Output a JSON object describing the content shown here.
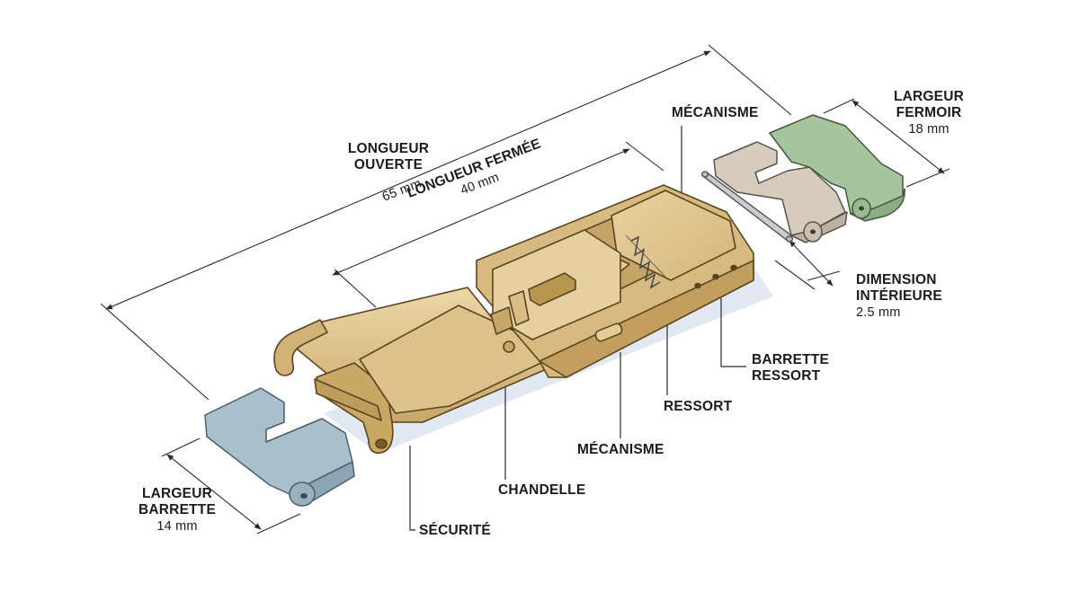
{
  "labels": {
    "longueur_ouverte": {
      "title_1": "LONGUEUR",
      "title_2": "OUVERTE",
      "value": "65 mm"
    },
    "longueur_fermee": {
      "title": "LONGUEUR FERMÉE",
      "value": "40 mm"
    },
    "largeur_fermoir": {
      "title_1": "LARGEUR",
      "title_2": "FERMOIR",
      "value": "18 mm"
    },
    "dimension_interieure": {
      "title_1": "DIMENSION",
      "title_2": "INTÉRIEURE",
      "value": "2.5 mm"
    },
    "largeur_barrette": {
      "title_1": "LARGEUR",
      "title_2": "BARRETTE",
      "value": "14 mm"
    },
    "mecanisme_top": "MÉCANISME",
    "mecanisme_bottom": "MÉCANISME",
    "barrette_ressort_1": "BARRETTE",
    "barrette_ressort_2": "RESSORT",
    "ressort": "RESSORT",
    "chandelle": "CHANDELLE",
    "securite": "SÉCURITÉ"
  },
  "colors": {
    "brass": "#d7bb82",
    "brass_dark": "#b99855",
    "brass_light": "#e8d2a0",
    "strap_blue": "#a9bfcc",
    "strap_beige": "#d6cbbd",
    "strap_green": "#a8c49f",
    "line": "#2a2a2a"
  }
}
